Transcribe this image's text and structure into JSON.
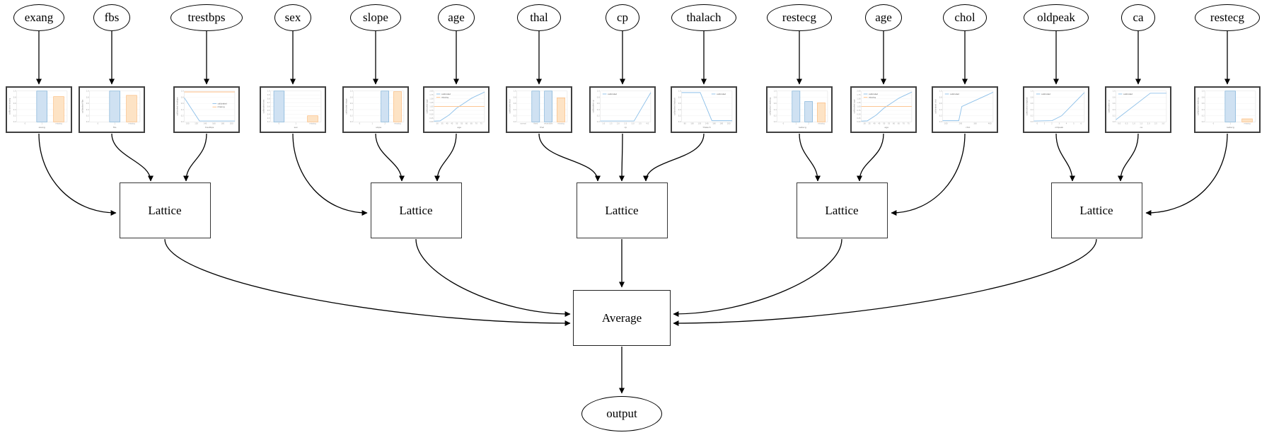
{
  "diagram": {
    "features": [
      "exang",
      "fbs",
      "trestbps",
      "sex",
      "slope",
      "age",
      "thal",
      "cp",
      "thalach",
      "restecg",
      "age",
      "chol",
      "oldpeak",
      "ca",
      "restecg"
    ],
    "groups": [
      [
        0,
        1,
        2
      ],
      [
        3,
        4,
        5
      ],
      [
        6,
        7,
        8
      ],
      [
        9,
        10,
        11
      ],
      [
        12,
        13,
        14
      ]
    ],
    "lattice_label": "Lattice",
    "lattice_count": 5,
    "combiner_label": "Average",
    "output_label": "output"
  },
  "colors": {
    "edge": "#000000",
    "node_stroke": "#000000",
    "chart_border": "#3f3f3f",
    "grid": "#ededed",
    "tick_text": "#999999",
    "axis_text": "#777777",
    "legend_text": "#555555",
    "line_blue": "#8fc1e9",
    "line_orange": "#fdbe85",
    "bar_blue_fill": "#cfe1f2",
    "bar_blue_stroke": "#79add6",
    "bar_orange_fill": "#fde3c5",
    "bar_orange_stroke": "#fbb878"
  },
  "chart_data": [
    {
      "feature": "exang",
      "type": "bar",
      "xlabel": "exang",
      "ylabel": "calibrated exang",
      "ylim": [
        0,
        1
      ],
      "yticks": [
        "1.0",
        "0.8",
        "0.6",
        "0.4",
        "0.2",
        "0.0"
      ],
      "categories": [
        "0",
        "1",
        "missing"
      ],
      "bars": [
        {
          "category": "1",
          "series": "calibrated",
          "color": "blue",
          "value": 1.0
        },
        {
          "category": "missing",
          "series": "missing",
          "color": "orange",
          "value": 0.82
        }
      ]
    },
    {
      "feature": "fbs",
      "type": "bar",
      "xlabel": "fbs",
      "ylabel": "calibrated fbs",
      "ylim": [
        0,
        1
      ],
      "yticks": [
        "1.0",
        "0.8",
        "0.6",
        "0.4",
        "0.2",
        "0.0"
      ],
      "categories": [
        "0",
        "1",
        "missing"
      ],
      "bars": [
        {
          "category": "1",
          "series": "calibrated",
          "color": "blue",
          "value": 1.0
        },
        {
          "category": "missing",
          "series": "missing",
          "color": "orange",
          "value": 0.86
        }
      ]
    },
    {
      "feature": "trestbps",
      "type": "line",
      "xlabel": "trestbps",
      "ylabel": "calibrated trestbps",
      "ylim": [
        0,
        1
      ],
      "yticks": [
        "1.0",
        "0.8",
        "0.6",
        "0.4",
        "0.2",
        "0.0"
      ],
      "xticks": [
        "100",
        "120",
        "140",
        "160",
        "180",
        "200"
      ],
      "legend": {
        "position": "mid-right",
        "entries": [
          "calibrated",
          "missing"
        ]
      },
      "series": [
        {
          "name": "calibrated",
          "color": "blue",
          "points": [
            [
              0,
              0.78
            ],
            [
              0.3,
              0.03
            ],
            [
              1,
              0.03
            ]
          ]
        },
        {
          "name": "missing",
          "color": "orange",
          "points": [
            [
              0,
              0.97
            ],
            [
              1,
              0.97
            ]
          ]
        }
      ]
    },
    {
      "feature": "sex",
      "type": "bar",
      "xlabel": "sex",
      "ylabel": "calibrated sex",
      "ylim": [
        0,
        1
      ],
      "yticks": [
        "1.0",
        "0.9",
        "0.8",
        "0.7",
        "0.6",
        "0.5",
        "0.4",
        "0.3",
        "0.2"
      ],
      "categories": [
        "0",
        "1",
        "missing"
      ],
      "bars": [
        {
          "category": "0",
          "series": "calibrated",
          "color": "blue",
          "value": 1.0
        },
        {
          "category": "missing",
          "series": "missing",
          "color": "orange",
          "value": 0.2
        }
      ]
    },
    {
      "feature": "slope",
      "type": "bar",
      "xlabel": "slope",
      "ylabel": "calibrated slope",
      "ylim": [
        0,
        1
      ],
      "yticks": [
        "1.0",
        "0.8",
        "0.6",
        "0.4",
        "0.2",
        "0.0"
      ],
      "categories": [
        "0",
        "1",
        "2",
        "missing"
      ],
      "bars": [
        {
          "category": "2",
          "series": "calibrated",
          "color": "blue",
          "value": 1.0
        },
        {
          "category": "missing",
          "series": "missing",
          "color": "orange",
          "value": 0.98
        }
      ]
    },
    {
      "feature": "age",
      "type": "line",
      "xlabel": "age",
      "ylabel": "calibrated age",
      "ylim": [
        0,
        2
      ],
      "yticks": [
        "2.00",
        "1.75",
        "1.50",
        "1.25",
        "1.00",
        "0.75",
        "0.50",
        "0.25",
        "0.00"
      ],
      "xticks": [
        "30",
        "35",
        "40",
        "45",
        "50",
        "55",
        "60",
        "65",
        "70",
        "75"
      ],
      "legend": {
        "position": "top-left",
        "entries": [
          "calibrated",
          "missing"
        ]
      },
      "series": [
        {
          "name": "calibrated",
          "color": "blue",
          "points": [
            [
              0,
              0.05
            ],
            [
              0.12,
              0.07
            ],
            [
              0.3,
              0.45
            ],
            [
              0.45,
              0.9
            ],
            [
              0.52,
              1.05
            ],
            [
              0.75,
              1.55
            ],
            [
              1,
              1.93
            ]
          ]
        },
        {
          "name": "missing",
          "color": "orange",
          "points": [
            [
              0,
              1.0
            ],
            [
              1,
              1.0
            ]
          ]
        }
      ]
    },
    {
      "feature": "thal",
      "type": "bar",
      "xlabel": "thal",
      "ylabel": "calibrated thal",
      "ylim": [
        0,
        1
      ],
      "yticks": [
        "1.0",
        "0.8",
        "0.6",
        "0.4",
        "0.2",
        "0.0"
      ],
      "categories": [
        "normal",
        "fixed",
        "reversible",
        "missing"
      ],
      "bars": [
        {
          "category": "fixed",
          "series": "calibrated",
          "color": "blue",
          "value": 1.0
        },
        {
          "category": "reversible",
          "series": "calibrated",
          "color": "blue",
          "value": 1.0
        },
        {
          "category": "missing",
          "series": "missing",
          "color": "orange",
          "value": 0.78
        }
      ]
    },
    {
      "feature": "cp",
      "type": "line",
      "xlabel": "cp",
      "ylabel": "calibrated cp",
      "ylim": [
        0,
        1
      ],
      "yticks": [
        "1.0",
        "0.8",
        "0.6",
        "0.4",
        "0.2",
        "0.0"
      ],
      "xticks": [
        "1.0",
        "1.5",
        "2.0",
        "2.5",
        "3.0",
        "3.5",
        "4.0"
      ],
      "legend": {
        "position": "top-left",
        "entries": [
          "calibrated"
        ]
      },
      "series": [
        {
          "name": "calibrated",
          "color": "blue",
          "points": [
            [
              0,
              0.03
            ],
            [
              0.67,
              0.03
            ],
            [
              1,
              0.95
            ]
          ]
        }
      ]
    },
    {
      "feature": "thalach",
      "type": "line",
      "xlabel": "thalach",
      "ylabel": "calibrated thalach",
      "ylim": [
        0,
        1
      ],
      "yticks": [
        "1.0",
        "0.8",
        "0.6",
        "0.4",
        "0.2",
        "0.0"
      ],
      "xticks": [
        "80",
        "100",
        "120",
        "140",
        "160",
        "180",
        "200"
      ],
      "legend": {
        "position": "top-right",
        "entries": [
          "calibrated"
        ]
      },
      "series": [
        {
          "name": "calibrated",
          "color": "blue",
          "points": [
            [
              0,
              0.95
            ],
            [
              0.37,
              0.95
            ],
            [
              0.6,
              0.04
            ],
            [
              1,
              0.04
            ]
          ]
        }
      ]
    },
    {
      "feature": "restecg",
      "type": "bar",
      "xlabel": "restecg",
      "ylabel": "calibrated restecg",
      "ylim": [
        0,
        1
      ],
      "yticks": [
        "1.0",
        "0.8",
        "0.6",
        "0.4",
        "0.2",
        "0.0"
      ],
      "categories": [
        "0",
        "1",
        "2",
        "missing"
      ],
      "bars": [
        {
          "category": "1",
          "series": "calibrated",
          "color": "blue",
          "value": 1.0
        },
        {
          "category": "2",
          "series": "calibrated",
          "color": "blue",
          "value": 0.66
        },
        {
          "category": "missing",
          "series": "missing",
          "color": "orange",
          "value": 0.62
        }
      ]
    },
    {
      "feature": "age",
      "type": "line",
      "xlabel": "age",
      "ylabel": "calibrated age",
      "ylim": [
        0,
        2
      ],
      "yticks": [
        "2.00",
        "1.75",
        "1.50",
        "1.25",
        "1.00",
        "0.75",
        "0.50",
        "0.25",
        "0.00"
      ],
      "xticks": [
        "30",
        "35",
        "40",
        "45",
        "50",
        "55",
        "60",
        "65",
        "70",
        "75"
      ],
      "legend": {
        "position": "top-left",
        "entries": [
          "calibrated",
          "missing"
        ]
      },
      "series": [
        {
          "name": "calibrated",
          "color": "blue",
          "points": [
            [
              0,
              0.05
            ],
            [
              0.12,
              0.07
            ],
            [
              0.3,
              0.45
            ],
            [
              0.45,
              0.9
            ],
            [
              0.52,
              1.05
            ],
            [
              0.75,
              1.55
            ],
            [
              1,
              1.93
            ]
          ]
        },
        {
          "name": "missing",
          "color": "orange",
          "points": [
            [
              0,
              1.0
            ],
            [
              1,
              1.0
            ]
          ]
        }
      ]
    },
    {
      "feature": "chol",
      "type": "line",
      "xlabel": "chol",
      "ylabel": "calibrated chol",
      "ylim": [
        0,
        1
      ],
      "yticks": [
        "1.0",
        "0.8",
        "0.6",
        "0.4",
        "0.2",
        "0.0"
      ],
      "xticks": [
        "100",
        "200",
        "300",
        "400"
      ],
      "legend": {
        "position": "top-left",
        "entries": [
          "calibrated"
        ]
      },
      "series": [
        {
          "name": "calibrated",
          "color": "blue",
          "points": [
            [
              0,
              0.04
            ],
            [
              0.32,
              0.04
            ],
            [
              0.38,
              0.5
            ],
            [
              1,
              0.96
            ]
          ]
        }
      ]
    },
    {
      "feature": "oldpeak",
      "type": "line",
      "xlabel": "oldpeak",
      "ylabel": "calibrated oldpeak",
      "ylim": [
        0,
        1
      ],
      "yticks": [
        "1.0",
        "0.8",
        "0.6",
        "0.4",
        "0.2",
        "0.0"
      ],
      "xticks": [
        "0",
        "1",
        "2",
        "3",
        "4",
        "5",
        "6"
      ],
      "legend": {
        "position": "top-left",
        "entries": [
          "calibrated"
        ]
      },
      "series": [
        {
          "name": "calibrated",
          "color": "blue",
          "points": [
            [
              0,
              0.03
            ],
            [
              0.36,
              0.04
            ],
            [
              0.55,
              0.2
            ],
            [
              1,
              0.95
            ]
          ]
        }
      ]
    },
    {
      "feature": "ca",
      "type": "line",
      "xlabel": "ca",
      "ylabel": "calibrated ca",
      "ylim": [
        0,
        1
      ],
      "yticks": [
        "1.0",
        "0.8",
        "0.6",
        "0.4",
        "0.2",
        "0.0"
      ],
      "xticks": [
        "0.0",
        "0.5",
        "1.0",
        "1.5",
        "2.0",
        "2.5",
        "3.0"
      ],
      "legend": {
        "position": "top-left",
        "entries": [
          "calibrated"
        ]
      },
      "series": [
        {
          "name": "calibrated",
          "color": "blue",
          "points": [
            [
              0,
              0.07
            ],
            [
              0.68,
              0.93
            ],
            [
              1,
              0.93
            ]
          ]
        }
      ]
    },
    {
      "feature": "restecg",
      "type": "bar",
      "xlabel": "restecg",
      "ylabel": "calibrated restecg",
      "ylim": [
        0,
        1
      ],
      "yticks": [
        "1.0",
        "0.8",
        "0.6",
        "0.4",
        "0.2",
        "0.0"
      ],
      "categories": [
        "0",
        "1",
        "missing"
      ],
      "bars": [
        {
          "category": "1",
          "series": "calibrated",
          "color": "blue",
          "value": 1.0
        },
        {
          "category": "missing",
          "series": "missing",
          "color": "orange",
          "value": 0.1
        }
      ]
    }
  ]
}
